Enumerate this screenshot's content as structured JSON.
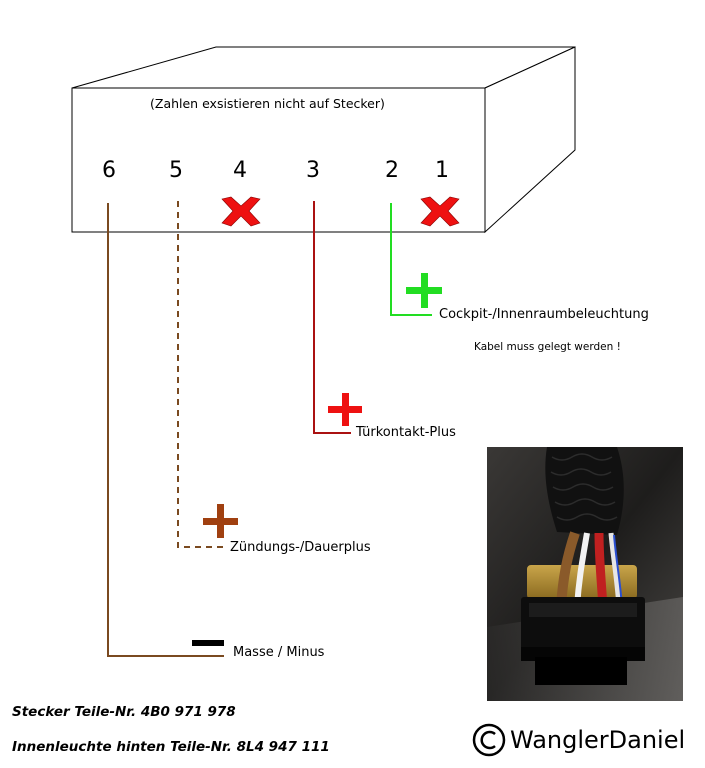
{
  "header_note": "(Zahlen exsistieren nicht auf Stecker)",
  "pins": [
    "6",
    "5",
    "4",
    "3",
    "2",
    "1"
  ],
  "labels": {
    "cockpit": "Cockpit-/Innenraumbeleuchtung",
    "kabel_note": "Kabel muss gelegt werden !",
    "tuer": "Türkontakt-Plus",
    "zuendung": "Zündungs-/Dauerplus",
    "masse": "Masse / Minus"
  },
  "footer": {
    "stecker": "Stecker Teile-Nr. 4B0 971 978",
    "innenleuchte": "Innenleuchte hinten Teile-Nr. 8L4 947 111"
  },
  "copyright": "WanglerDaniel",
  "colors": {
    "green": "#22dd22",
    "red": "#ee1111",
    "brown": "#a04010",
    "wire_brown": "#7a4a20",
    "wire_dark_red": "#aa1111",
    "black": "#000000",
    "x_red": "#ee1111"
  },
  "icons": {
    "x_marks": "disabled-pin-x-icon",
    "plus": "plus-icon",
    "minus": "minus-icon",
    "copyright": "copyright-icon"
  }
}
